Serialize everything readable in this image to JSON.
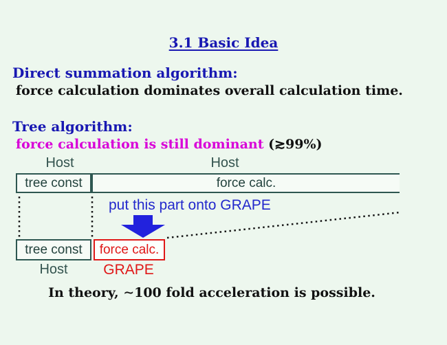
{
  "title": "3.1 Basic Idea",
  "sections": {
    "direct": {
      "heading": "Direct summation algorithm:",
      "body": "force calculation dominates overall calculation time."
    },
    "tree": {
      "heading": "Tree algorithm:",
      "body_highlight": "force calculation is still dominant",
      "body_suffix": " (≳99%)"
    }
  },
  "diagram": {
    "host_label_left": "Host",
    "host_label_right": "Host",
    "top_row": {
      "tree_const": "tree const",
      "force_calc": "force calc."
    },
    "note": "put this part onto GRAPE",
    "bottom_row": {
      "tree_const": "tree const",
      "force_calc": "force calc."
    },
    "bottom_labels": {
      "host": "Host",
      "grape": "GRAPE"
    }
  },
  "conclusion": "In theory, ∼100 fold acceleration is possible.",
  "colors": {
    "background": "#edf7ee",
    "heading_blue": "#1818b2",
    "highlight_magenta": "#d800d8",
    "box_teal": "#2e5751",
    "grape_red": "#e01818",
    "note_blue": "#2228cc",
    "text_black": "#111111"
  }
}
